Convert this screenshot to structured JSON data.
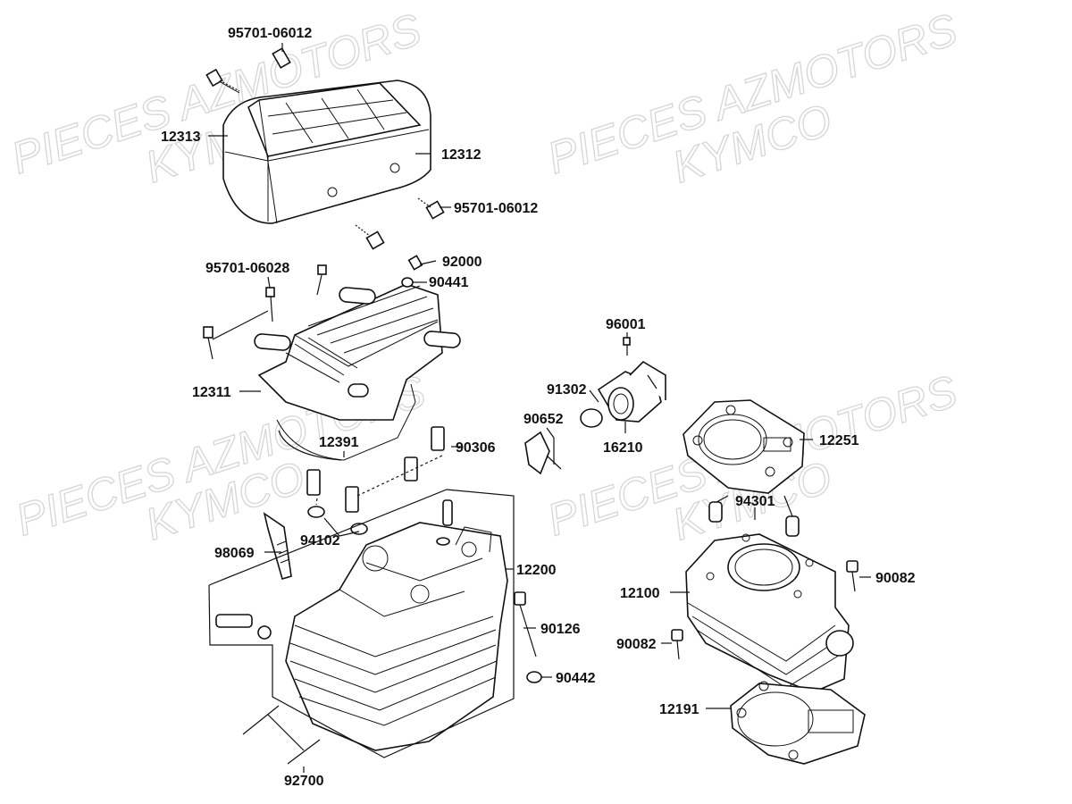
{
  "watermark": {
    "line1": "PIECES AZMOTORS",
    "line2": "KYMCO"
  },
  "labels": {
    "p95701_06012_top": "95701-06012",
    "p12313": "12313",
    "p12312": "12312",
    "p95701_06012_right": "95701-06012",
    "p95701_06028": "95701-06028",
    "p92000": "92000",
    "p90441": "90441",
    "p12311": "12311",
    "p12391": "12391",
    "p90306": "90306",
    "p94102": "94102",
    "p98069": "98069",
    "p12200": "12200",
    "p90126": "90126",
    "p90442": "90442",
    "p92700": "92700",
    "p96001": "96001",
    "p91302": "91302",
    "p90652": "90652",
    "p16210": "16210",
    "p12251": "12251",
    "p94301": "94301",
    "p12100": "12100",
    "p90082_right": "90082",
    "p90082_left": "90082",
    "p12191": "12191"
  }
}
